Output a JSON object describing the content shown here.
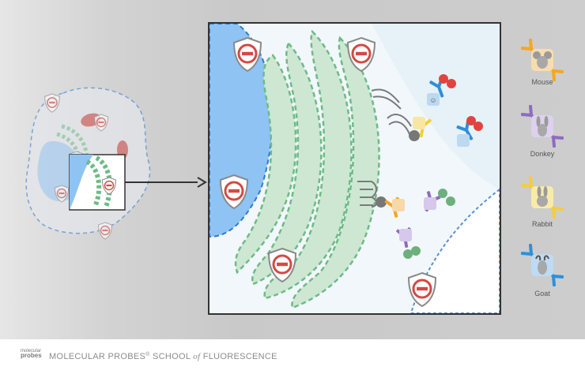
{
  "legend": {
    "mouse": "Mouse",
    "donkey": "Donkey",
    "rabbit": "Rabbit",
    "goat": "Goat"
  },
  "footer": {
    "logo_line1": "molecular",
    "logo_line2": "probes",
    "title_part1": "MOLECULAR PROBES",
    "title_reg": "®",
    "title_part2": " SCHOOL ",
    "title_of": "of",
    "title_part3": " FLUORESCENCE"
  },
  "colors": {
    "mouse": "#f5a623",
    "donkey": "#8e6bbf",
    "rabbit": "#f2cf3a",
    "goat": "#2f8fd8",
    "nucleus": "#8ec3f3",
    "er": "#cde7d3",
    "er_dash": "#6dbb84",
    "shield_stop": "#d24a45"
  },
  "icons": {
    "shield": "stop-shield-icon",
    "mouse": "mouse-head-icon",
    "donkey": "donkey-head-icon",
    "rabbit": "rabbit-head-icon",
    "goat": "goat-head-icon"
  }
}
